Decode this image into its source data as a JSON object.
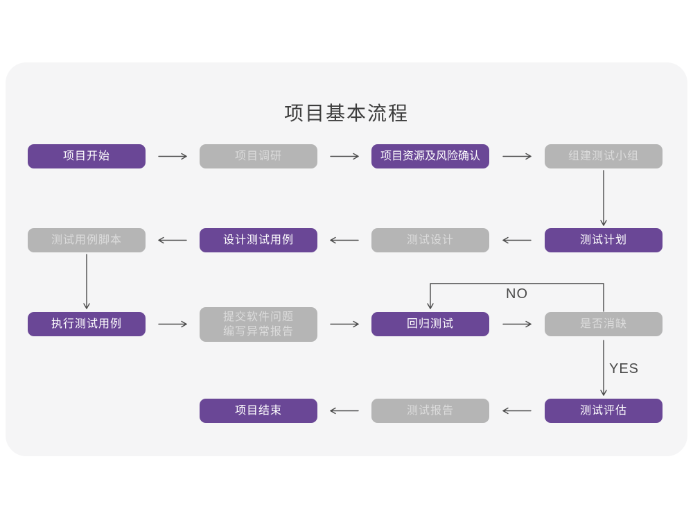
{
  "title": "项目基本流程",
  "colors": {
    "purple": "#6a4796",
    "gray": "#b5b5b5",
    "card-bg": "#f5f5f6",
    "line": "#4a4a4a",
    "title-color": "#3d3d3d",
    "gray-text": "#dbdbdb",
    "purple-text": "#ffffff"
  },
  "nodes": [
    {
      "id": "project-start",
      "label": "项目开始",
      "variant": "purple"
    },
    {
      "id": "project-research",
      "label": "项目调研",
      "variant": "gray"
    },
    {
      "id": "project-resources",
      "label": "项目资源及风险确认",
      "variant": "purple"
    },
    {
      "id": "build-test-team",
      "label": "组建测试小组",
      "variant": "gray"
    },
    {
      "id": "test-case-scripts",
      "label": "测试用例脚本",
      "variant": "gray"
    },
    {
      "id": "design-test-cases",
      "label": "设计测试用例",
      "variant": "purple"
    },
    {
      "id": "test-design",
      "label": "测试设计",
      "variant": "gray"
    },
    {
      "id": "test-plan",
      "label": "测试计划",
      "variant": "purple"
    },
    {
      "id": "execute-test-cases",
      "label": "执行测试用例",
      "variant": "purple"
    },
    {
      "id": "submit-issue-report",
      "label": "提交软件问题",
      "label2": "编写异常报告",
      "variant": "gray"
    },
    {
      "id": "regression-test",
      "label": "回归测试",
      "variant": "purple"
    },
    {
      "id": "defect-resolved",
      "label": "是否消缺",
      "variant": "gray"
    },
    {
      "id": "test-evaluation",
      "label": "测试评估",
      "variant": "purple"
    },
    {
      "id": "test-report",
      "label": "测试报告",
      "variant": "gray"
    },
    {
      "id": "project-end",
      "label": "项目结束",
      "variant": "purple"
    }
  ],
  "edge_labels": {
    "no": "NO",
    "yes": "YES"
  }
}
